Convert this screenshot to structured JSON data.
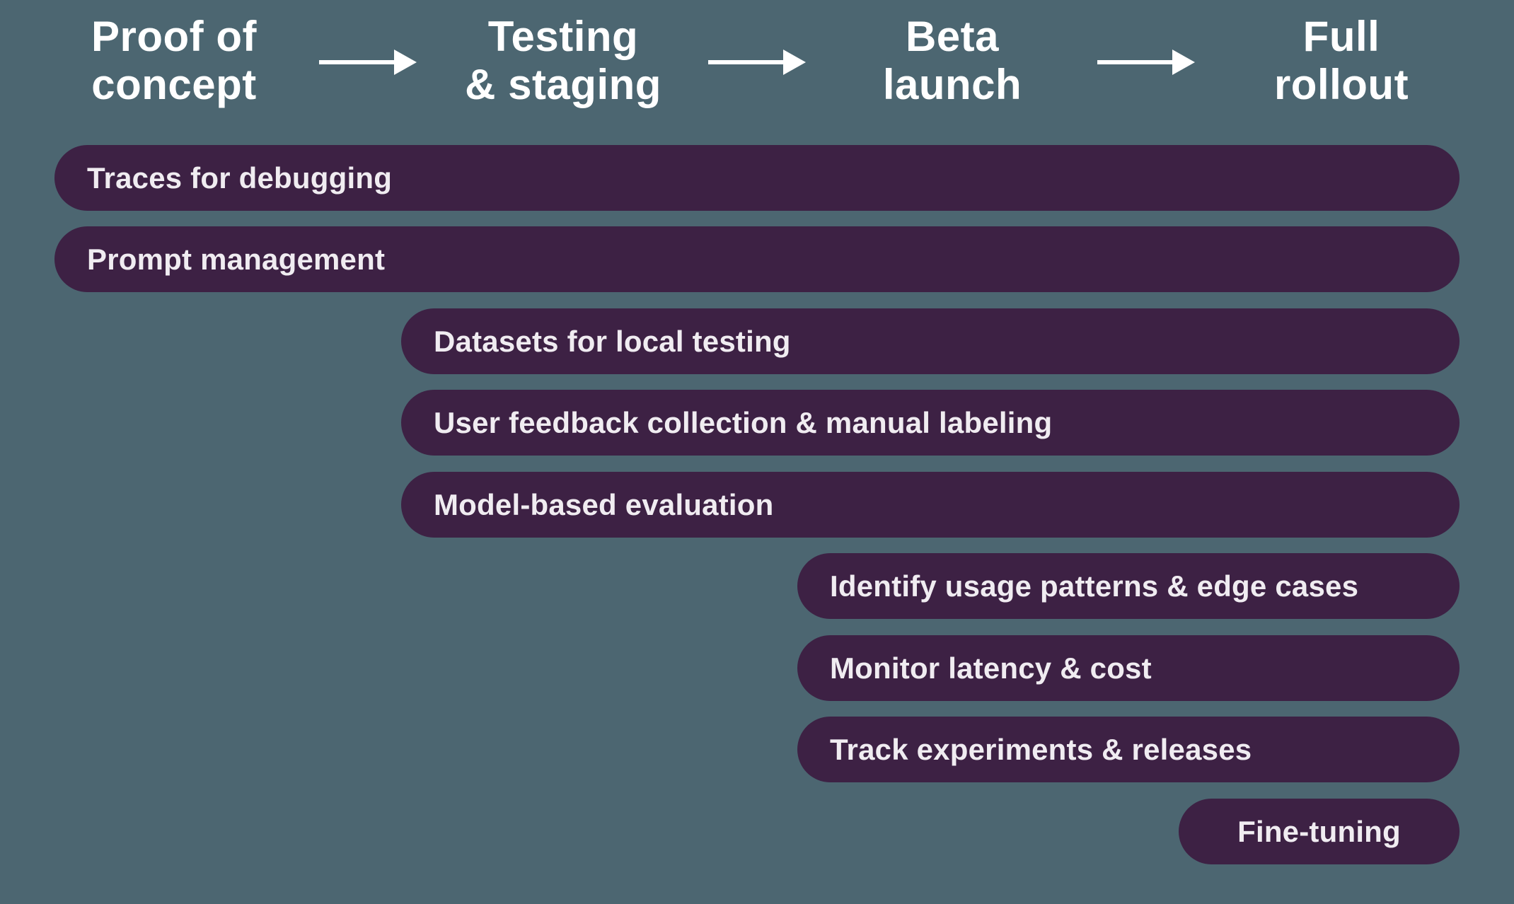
{
  "colors": {
    "background": "#4C6671",
    "bar": "#3D2144",
    "bar_text": "#F0ECF1",
    "header_text": "#FFFFFF",
    "arrow": "#FFFFFF"
  },
  "diagram": {
    "stages": [
      {
        "line1": "Proof of",
        "line2": "concept"
      },
      {
        "line1": "Testing",
        "line2": "& staging"
      },
      {
        "line1": "Beta",
        "line2": "launch"
      },
      {
        "line1": "Full",
        "line2": "rollout"
      }
    ],
    "bars": [
      {
        "label": "Traces for debugging",
        "starts_at": "Proof of concept"
      },
      {
        "label": "Prompt management",
        "starts_at": "Proof of concept"
      },
      {
        "label": "Datasets for local testing",
        "starts_at": "Testing & staging"
      },
      {
        "label": "User feedback collection & manual labeling",
        "starts_at": "Testing & staging"
      },
      {
        "label": "Model-based evaluation",
        "starts_at": "Testing & staging"
      },
      {
        "label": "Identify usage patterns & edge cases",
        "starts_at": "Beta launch"
      },
      {
        "label": "Monitor latency & cost",
        "starts_at": "Beta launch"
      },
      {
        "label": "Track experiments & releases",
        "starts_at": "Beta launch"
      },
      {
        "label": "Fine-tuning",
        "starts_at": "Full rollout"
      }
    ]
  }
}
